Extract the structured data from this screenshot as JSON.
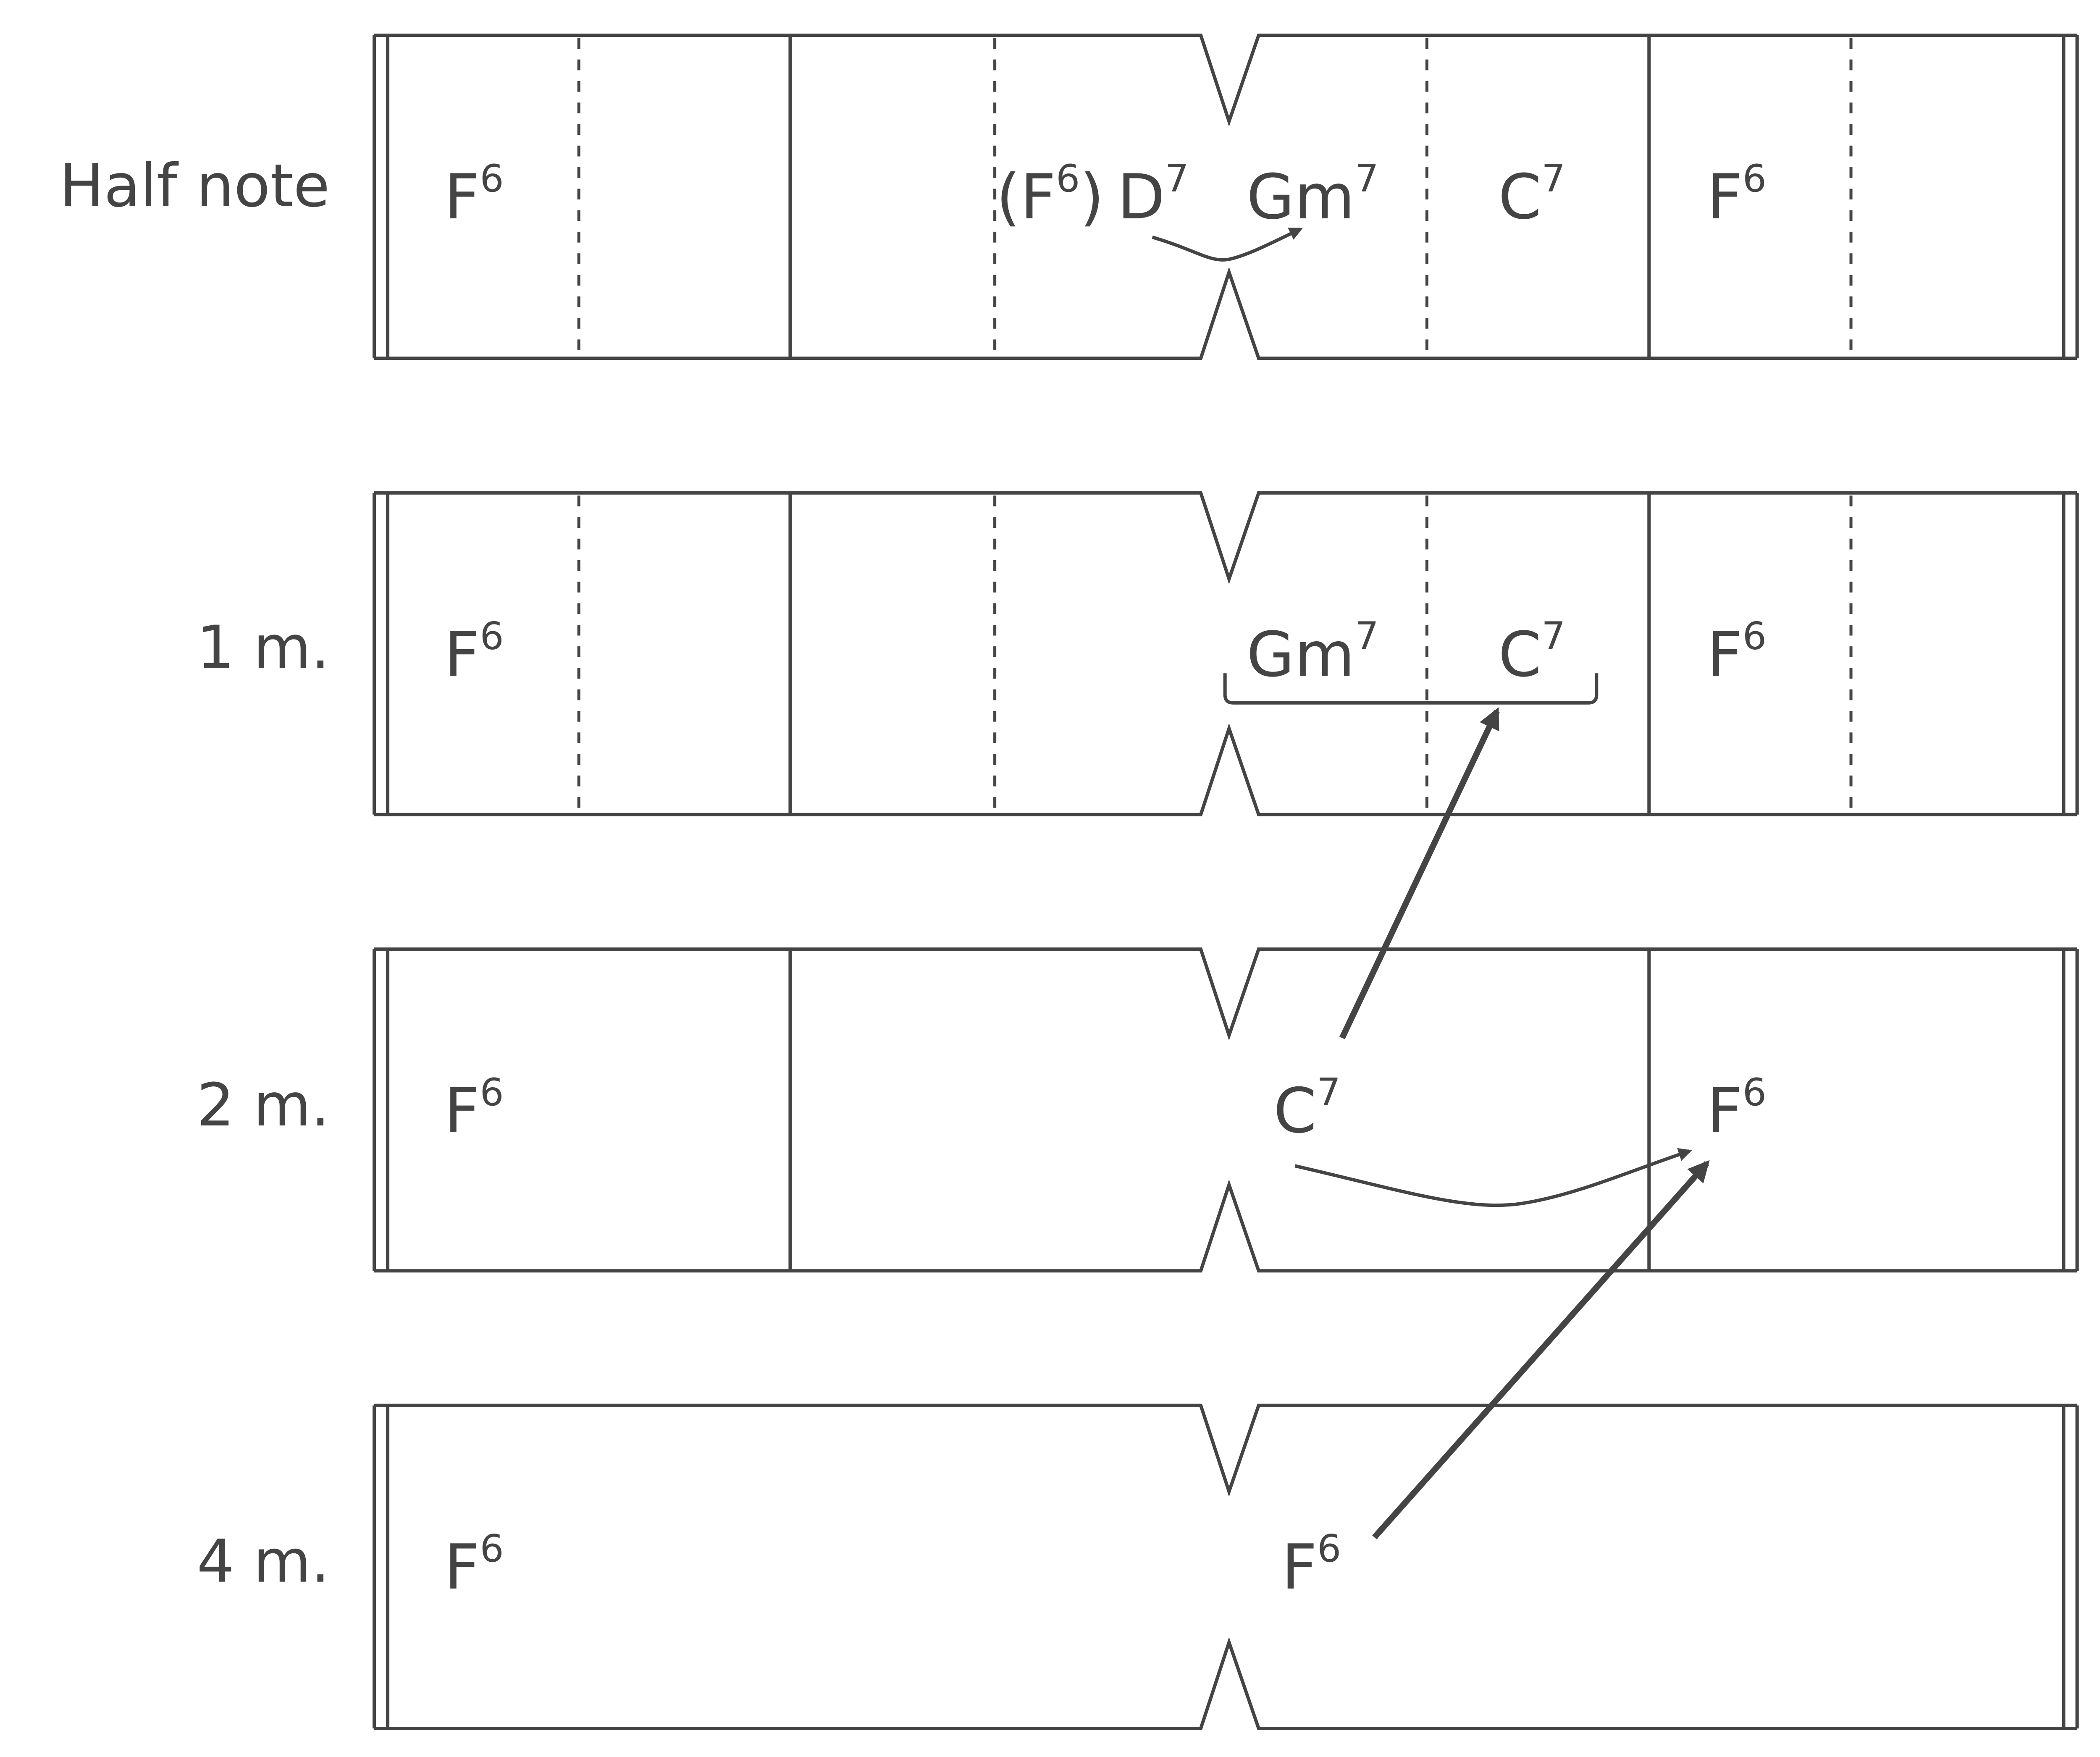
{
  "diagram": {
    "title": "Chord substitution at different time scales",
    "colors": {
      "ink": "#444444",
      "background": "#ffffff"
    },
    "rows": [
      {
        "label": "Half note",
        "barlines": "solid bars with dashed half-measure divisions",
        "chords": [
          {
            "root": "F",
            "ext": "6"
          },
          {
            "root": "(F",
            "ext": "6",
            "suffix": ")"
          },
          {
            "root": "D",
            "ext": "7"
          },
          {
            "root": "Gm",
            "ext": "7"
          },
          {
            "root": "C",
            "ext": "7"
          },
          {
            "root": "F",
            "ext": "6"
          }
        ],
        "arrows": [
          {
            "from": "D7",
            "to": "Gm7",
            "style": "curved"
          }
        ]
      },
      {
        "label": "1 m.",
        "chords": [
          {
            "root": "F",
            "ext": "6"
          },
          {
            "root": "Gm",
            "ext": "7"
          },
          {
            "root": "C",
            "ext": "7"
          },
          {
            "root": "F",
            "ext": "6"
          }
        ],
        "bracket": {
          "spans": [
            "Gm7",
            "C7"
          ]
        }
      },
      {
        "label": "2 m.",
        "chords": [
          {
            "root": "F",
            "ext": "6"
          },
          {
            "root": "C",
            "ext": "7"
          },
          {
            "root": "F",
            "ext": "6"
          }
        ],
        "arrows": [
          {
            "from": "C7 (2 m.)",
            "to": "Gm7–C7 bracket (1 m.)",
            "style": "straight"
          },
          {
            "from": "C7",
            "to": "F6",
            "style": "curved"
          }
        ]
      },
      {
        "label": "4 m.",
        "chords": [
          {
            "root": "F",
            "ext": "6"
          },
          {
            "root": "F",
            "ext": "6"
          }
        ],
        "arrows": [
          {
            "from": "F6 (4 m.)",
            "to": "F6 (2 m.)",
            "style": "straight"
          }
        ]
      }
    ]
  }
}
